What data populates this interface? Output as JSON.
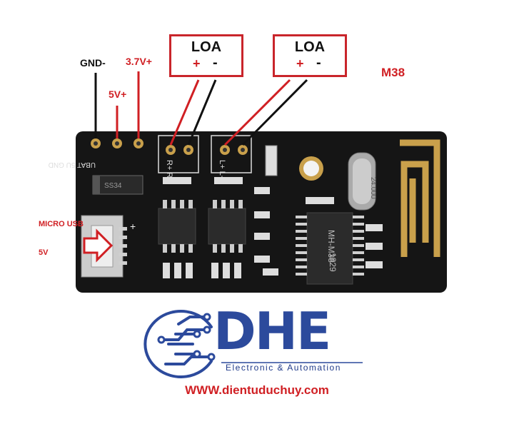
{
  "labels": {
    "gnd": "GND-",
    "v37": "3.7V+",
    "v5": "5V+",
    "model": "M38",
    "micro_usb": "MICRO USB",
    "usb_5v": "5V"
  },
  "speaker_boxes": [
    {
      "title": "LOA",
      "plus": "+",
      "minus": "-"
    },
    {
      "title": "LOA",
      "plus": "+",
      "minus": "-"
    }
  ],
  "board_silkscreen": {
    "pin_labels": "UBAT 5U GND",
    "right_channel": "R+ R-",
    "left_channel": "L+ L-",
    "chip": "MH-M38",
    "chip_code": "1829",
    "diode": "SS34",
    "crystal": "24.000"
  },
  "logo": {
    "name": "DHE",
    "tagline": "Electronic & Automation"
  },
  "website": "WWW.dientuduchuy.com",
  "colors": {
    "board": "#151515",
    "red_wire": "#d01f23",
    "black_wire": "#111111",
    "gold_pad": "#c9a04b",
    "logo_blue": "#2c4a9c"
  }
}
